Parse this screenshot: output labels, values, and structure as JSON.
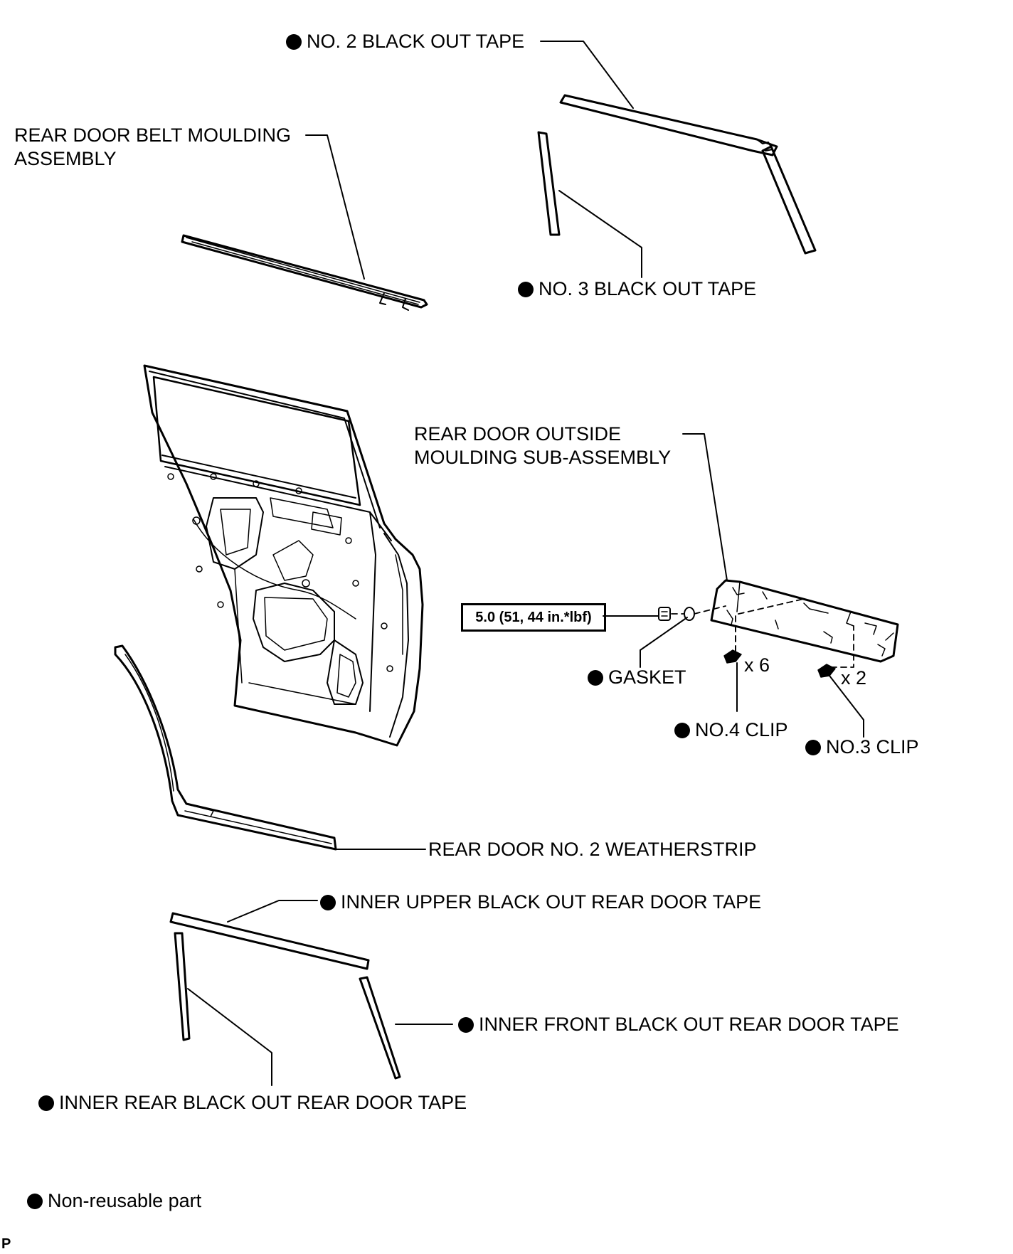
{
  "labels": {
    "no2_black_out_tape": "NO. 2 BLACK OUT TAPE",
    "belt_moulding_line1": "REAR DOOR BELT MOULDING",
    "belt_moulding_line2": "ASSEMBLY",
    "no3_black_out_tape": "NO. 3 BLACK OUT TAPE",
    "outside_moulding_line1": "REAR DOOR OUTSIDE",
    "outside_moulding_line2": "MOULDING SUB-ASSEMBLY",
    "torque_spec": "5.0 (51, 44 in.*lbf)",
    "gasket": "GASKET",
    "no4_clip": "NO.4 CLIP",
    "no4_clip_qty": "x 6",
    "no3_clip": "NO.3 CLIP",
    "no3_clip_qty": "x 2",
    "no2_weatherstrip": "REAR DOOR NO. 2 WEATHERSTRIP",
    "inner_upper_tape": "INNER UPPER BLACK OUT REAR DOOR TAPE",
    "inner_front_tape": "INNER FRONT BLACK OUT REAR DOOR TAPE",
    "inner_rear_tape": "INNER REAR BLACK OUT REAR DOOR TAPE"
  },
  "legend": {
    "non_reusable": "Non-reusable part"
  },
  "figure_code": "P",
  "colors": {
    "line": "#000000",
    "background": "#ffffff"
  }
}
